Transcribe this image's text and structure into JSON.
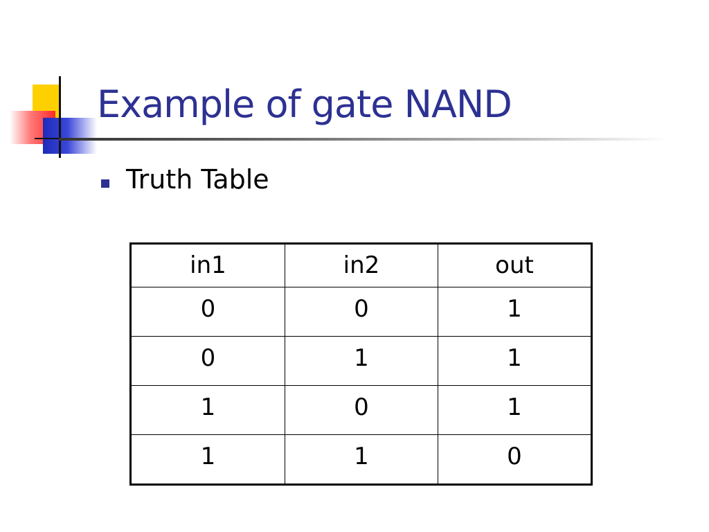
{
  "slide": {
    "title": "Example of gate NAND",
    "bullet": "Truth Table"
  },
  "table": {
    "headers": [
      "in1",
      "in2",
      "out"
    ],
    "rows": [
      [
        "0",
        "0",
        "1"
      ],
      [
        "0",
        "1",
        "1"
      ],
      [
        "1",
        "0",
        "1"
      ],
      [
        "1",
        "1",
        "0"
      ]
    ]
  },
  "colors": {
    "title": "#2d3192",
    "bullet": "#2d3192",
    "logo_yellow": "#ffd000",
    "logo_red": "#ff2a2a",
    "logo_blue": "#1e2ab8"
  }
}
